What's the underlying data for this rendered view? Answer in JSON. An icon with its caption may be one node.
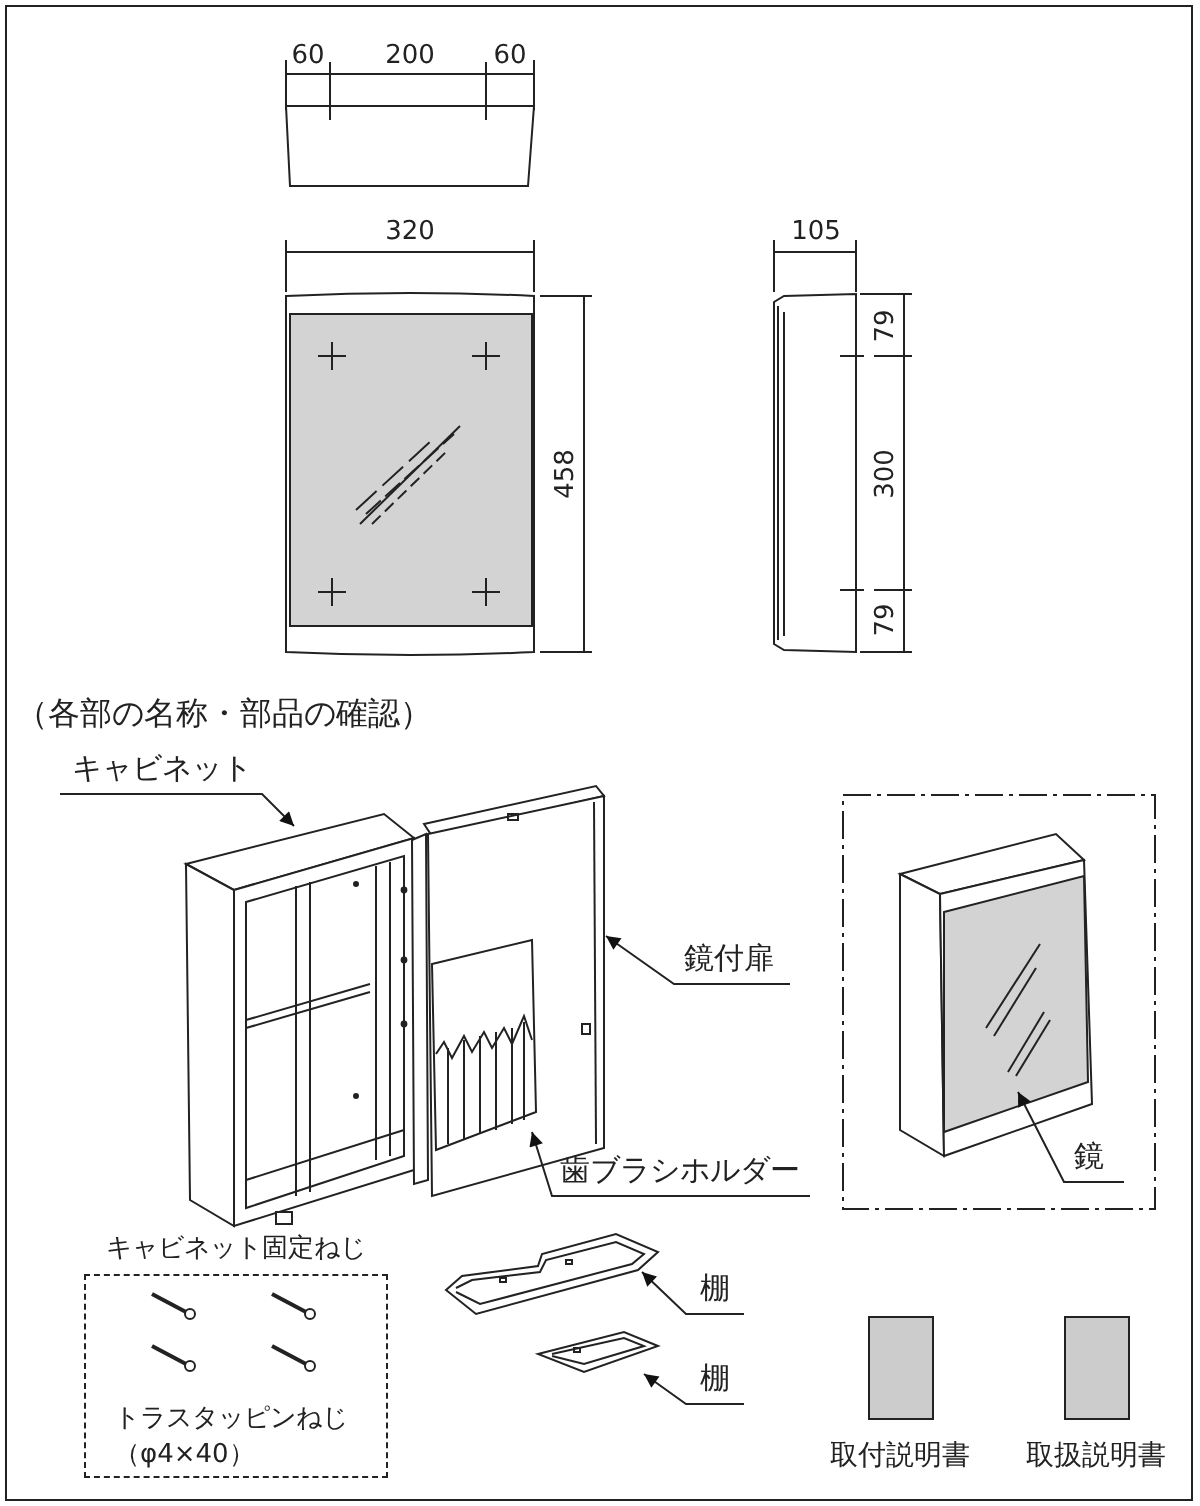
{
  "diagram": {
    "nodes": [
      {
        "text": [
          "キャビネット"
        ]
      },
      {
        "text": [],
        "shape": "picture"
      },
      {
        "text": [
          "鏡付扉"
        ]
      },
      {
        "text": [],
        "shape": "picture"
      },
      {
        "text": [
          "歯ブラシホルダー"
        ]
      },
      {
        "text": [],
        "shape": "picture",
        "in": 3
      },
      {
        "text": [],
        "shape": "box"
      },
      {
        "text": [
          "鏡"
        ],
        "in": 6
      },
      {
        "text": [],
        "shape": "picture",
        "in": 6
      },
      {
        "text": [
          "キャビネット固定ねじ",
          "トラスタッピンねじ（φ4×40）"
        ]
      },
      {
        "text": [],
        "shape": "picture"
      },
      {
        "text": [
          "棚"
        ]
      },
      {
        "text": [],
        "shape": "picture"
      },
      {
        "text": [
          "棚"
        ]
      },
      {
        "text": [
          "取付説明書"
        ]
      },
      {
        "text": [
          "取扱説明書"
        ]
      }
    ],
    "edges": [
      {
        "from": 0,
        "to": 1,
        "arrow": "to"
      },
      {
        "from": 2,
        "to": 3,
        "arrow": "to"
      },
      {
        "from": 4,
        "to": 5,
        "arrow": "to"
      },
      {
        "from": 7,
        "to": 8,
        "arrow": "to"
      },
      {
        "from": 11,
        "to": 10,
        "arrow": "to"
      },
      {
        "from": 13,
        "to": 12,
        "arrow": "to"
      }
    ],
    "labels": [
      "（各部の名称・部品の確認）",
      "60",
      "200",
      "60",
      "320",
      "458",
      "105",
      "79",
      "300",
      "79"
    ]
  }
}
